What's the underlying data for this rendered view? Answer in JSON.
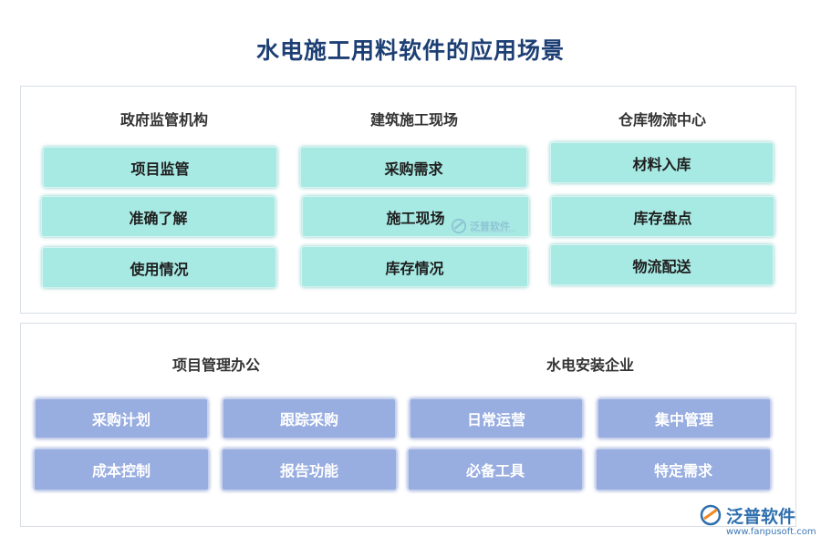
{
  "title": "水电施工用料软件的应用场景",
  "top_panel": {
    "columns": [
      {
        "heading": "政府监管机构",
        "items": [
          "项目监管",
          "准确了解",
          "使用情况"
        ]
      },
      {
        "heading": "建筑施工现场",
        "items": [
          "采购需求",
          "施工现场",
          "库存情况"
        ]
      },
      {
        "heading": "仓库物流中心",
        "items": [
          "材料入库",
          "库存盘点",
          "物流配送"
        ]
      }
    ]
  },
  "bottom_panel": {
    "groups": [
      {
        "heading": "项目管理办公",
        "items": [
          "采购计划",
          "跟踪采购",
          "成本控制",
          "报告功能"
        ]
      },
      {
        "heading": "水电安装企业",
        "items": [
          "日常运营",
          "集中管理",
          "必备工具",
          "特定需求"
        ]
      }
    ]
  },
  "watermark": {
    "text": "泛普软件",
    "subtext": "www.fanpusoft.com",
    "icon": "fanpu-logo-icon"
  },
  "brand": {
    "name": "泛普软件",
    "url": "www.fanpusoft.com",
    "icon": "fanpu-logo-icon"
  },
  "colors": {
    "title": "#1d3f74",
    "teal_box": "#a7e9e3",
    "blue_box": "#98ade0",
    "border": "#d9dde4"
  }
}
